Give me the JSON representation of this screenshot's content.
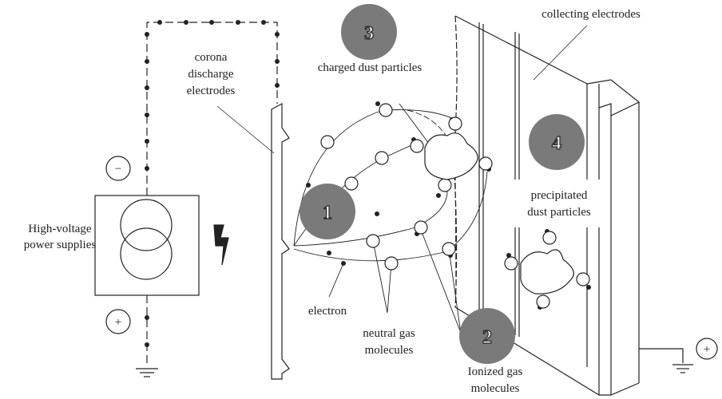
{
  "labels": {
    "power_supply": [
      "High-voltage",
      "power supplies"
    ],
    "corona": [
      "corona",
      "discharge",
      "electrodes"
    ],
    "charged_dust": "charged dust particles",
    "collecting": "collecting electrodes",
    "precipitated": [
      "precipitated",
      "dust particles"
    ],
    "electron": "electron",
    "neutral": [
      "neutral gas",
      "molecules"
    ],
    "ionized": [
      "Ionized gas",
      "molecules"
    ],
    "minus": "−",
    "plus": "+"
  },
  "steps": [
    "1",
    "2",
    "3",
    "4"
  ],
  "colors": {
    "step_circle": "#7a7a7a",
    "line": "#222222"
  }
}
